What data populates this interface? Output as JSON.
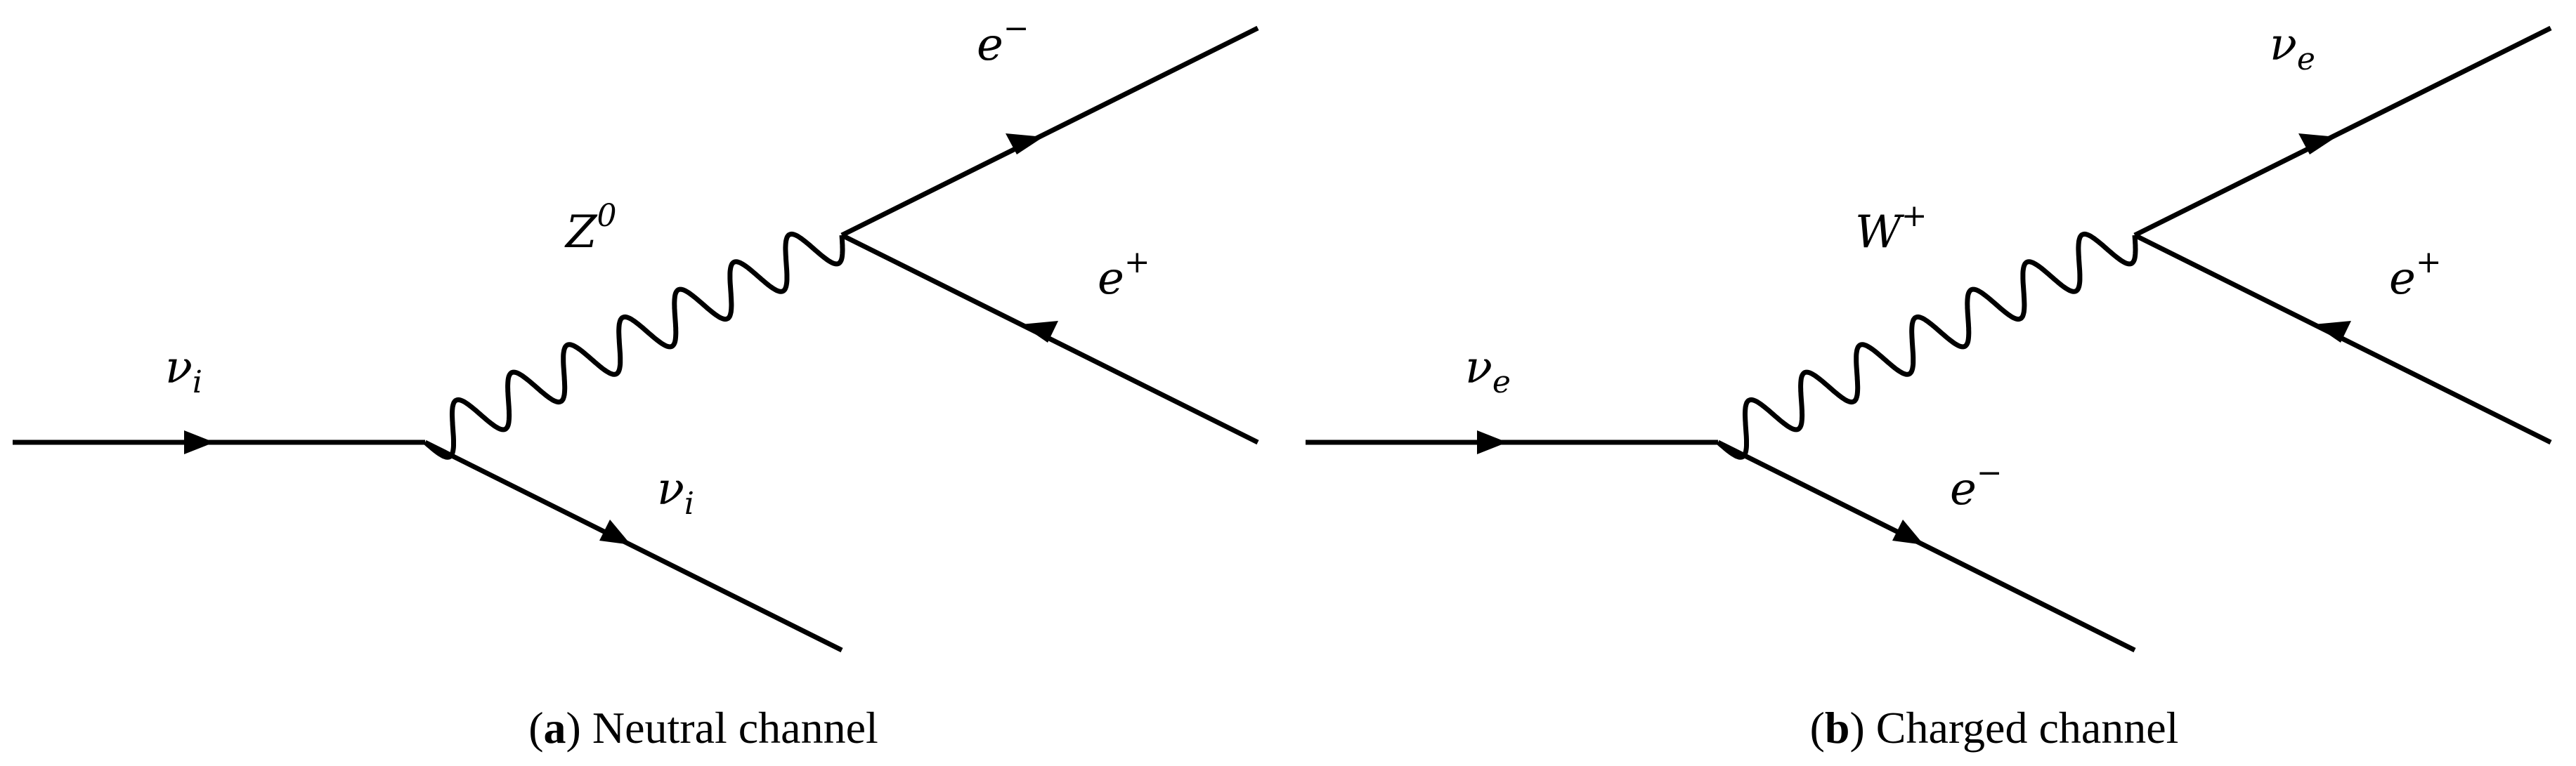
{
  "panels": [
    {
      "id": "a",
      "caption": {
        "open": "(",
        "letter": "a",
        "close": ")",
        "text": "Neutral channel"
      },
      "labels": {
        "incoming": {
          "base": "ν",
          "sub": "i",
          "sup": ""
        },
        "outgoing_lower": {
          "base": "ν",
          "sub": "i",
          "sup": ""
        },
        "boson": {
          "base": "Z",
          "sub": "",
          "sup": "0"
        },
        "upper_right": {
          "base": "e",
          "sub": "",
          "sup": "−"
        },
        "lower_right": {
          "base": "e",
          "sub": "",
          "sup": "+"
        }
      }
    },
    {
      "id": "b",
      "caption": {
        "open": "(",
        "letter": "b",
        "close": ")",
        "text": "Charged channel"
      },
      "labels": {
        "incoming": {
          "base": "ν",
          "sub": "e",
          "sup": ""
        },
        "outgoing_lower": {
          "base": "e",
          "sub": "",
          "sup": "−"
        },
        "boson": {
          "base": "W",
          "sub": "",
          "sup": "+"
        },
        "upper_right": {
          "base": "ν",
          "sub": "e",
          "sup": ""
        },
        "lower_right": {
          "base": "e",
          "sub": "",
          "sup": "+"
        }
      }
    }
  ]
}
